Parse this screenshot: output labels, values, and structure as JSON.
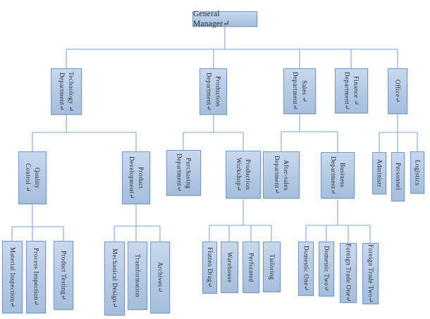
{
  "diagram_title": "Organization Chart",
  "colors": {
    "box_fill": "#b3c9e3",
    "box_border": "#7399c6",
    "connector": "#95b3d7",
    "text": "#1e2430",
    "background": "#ffffff"
  },
  "nodes": {
    "general_manager": {
      "lines": [
        "General Manager↵"
      ]
    },
    "technology": {
      "lines": [
        "Technology ↵",
        "Department↵"
      ]
    },
    "production": {
      "lines": [
        "Production",
        "Department↵"
      ]
    },
    "sales": {
      "lines": [
        "Sales ↵",
        "Department↵"
      ]
    },
    "finance": {
      "lines": [
        "Finance ↵",
        "Department↵"
      ]
    },
    "office": {
      "lines": [
        "Office↵"
      ]
    },
    "quality_control": {
      "lines": [
        "Quality",
        "Control ↵"
      ]
    },
    "product_development": {
      "lines": [
        "Product",
        "Development↵"
      ]
    },
    "purchasing": {
      "lines": [
        "Purchasing",
        "Department↵"
      ]
    },
    "production_workshop": {
      "lines": [
        "Production",
        "Workshop↵"
      ]
    },
    "after_sales": {
      "lines": [
        "After-sales",
        "Department↵"
      ]
    },
    "business": {
      "lines": [
        "Business",
        "Department↵"
      ]
    },
    "administr": {
      "lines": [
        "Administr"
      ]
    },
    "personnel": {
      "lines": [
        "Personnel"
      ]
    },
    "logistics": {
      "lines": [
        "Logistics"
      ]
    },
    "material_inspection": {
      "lines": [
        "Material Inspection↵"
      ]
    },
    "process_inspection": {
      "lines": [
        "Process Inspection↵"
      ]
    },
    "product_testing": {
      "lines": [
        "Product Testing↵"
      ]
    },
    "mechanical_design": {
      "lines": [
        "Mechanical Design↵"
      ]
    },
    "transformation": {
      "lines": [
        "Transformation"
      ]
    },
    "archives": {
      "lines": [
        "Archives↵"
      ]
    },
    "flatten_drag": {
      "lines": [
        "Flatten Drag↵"
      ]
    },
    "warehouse": {
      "lines": [
        "Warehouse"
      ]
    },
    "perforated": {
      "lines": [
        "Perforated"
      ]
    },
    "tailoring": {
      "lines": [
        "Tailoring"
      ]
    },
    "domestic_one": {
      "lines": [
        "Domestic One↵"
      ]
    },
    "domestic_two": {
      "lines": [
        "Domestic Two↵"
      ]
    },
    "foreign_trade_one": {
      "lines": [
        "Foreign Trade One↵"
      ]
    },
    "foreign_trade_two": {
      "lines": [
        "Foreign Trade Two↵"
      ]
    }
  }
}
